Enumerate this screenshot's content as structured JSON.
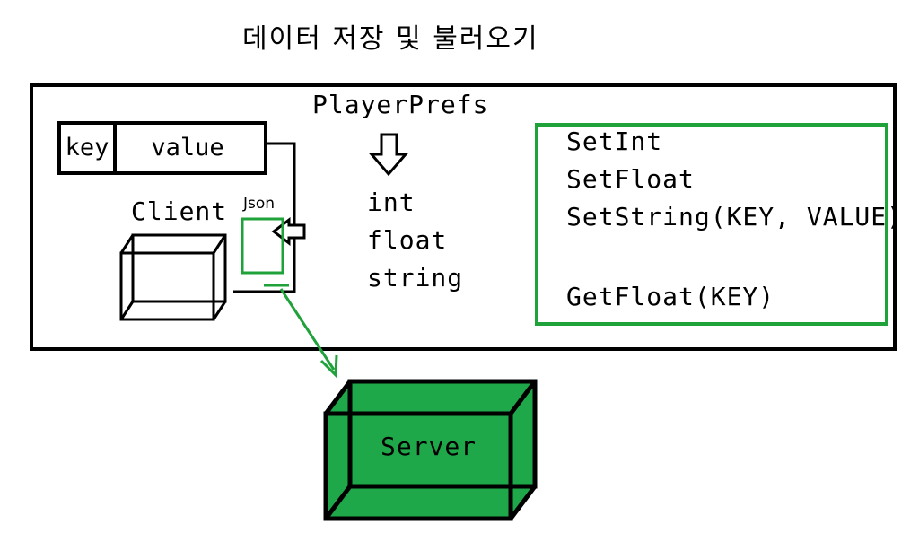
{
  "title": "데이터 저장 및 불러오기",
  "kv": {
    "key": "key",
    "value": "value"
  },
  "playerprefs": {
    "title": "PlayerPrefs",
    "types": [
      "int",
      "float",
      "string"
    ]
  },
  "client_label": "Client",
  "json_label": "Json",
  "methods": [
    "SetInt",
    "SetFloat",
    "SetString(KEY, VALUE)",
    "",
    "GetFloat(KEY)"
  ],
  "server_label": "Server",
  "colors": {
    "green_line": "#1fa23a",
    "server_fill": "#1fa84a",
    "border": "#000000"
  }
}
